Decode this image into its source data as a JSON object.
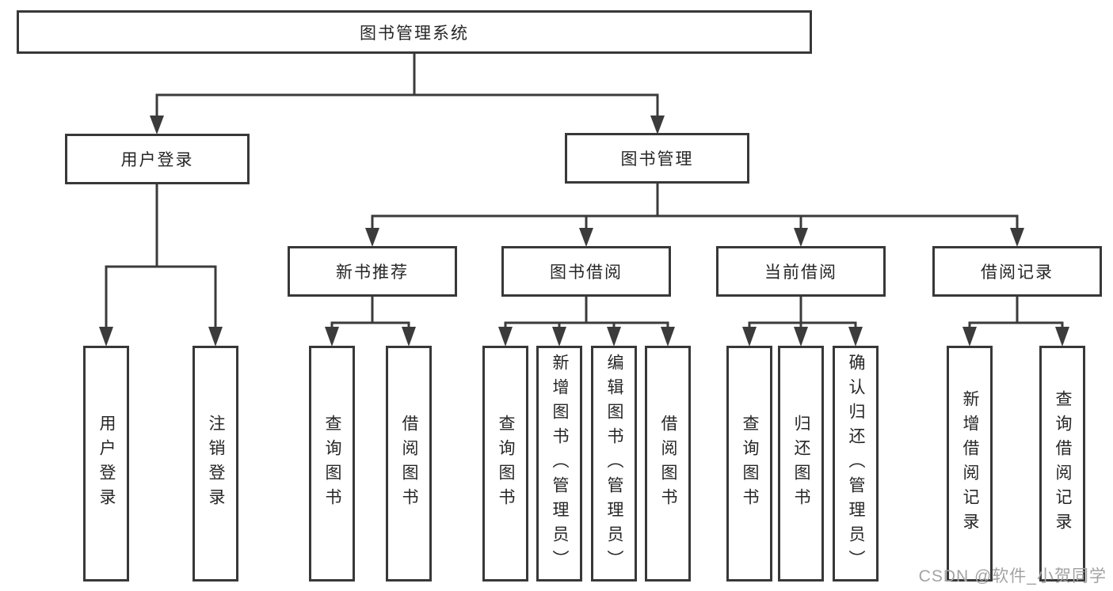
{
  "tree": {
    "root": {
      "label": "图书管理系统"
    },
    "branches": [
      {
        "label": "用户登录",
        "children": [
          {
            "label": "用户登录"
          },
          {
            "label": "注销登录"
          }
        ]
      },
      {
        "label": "图书管理",
        "sections": [
          {
            "label": "新书推荐",
            "children": [
              {
                "label": "查询图书"
              },
              {
                "label": "借阅图书"
              }
            ]
          },
          {
            "label": "图书借阅",
            "children": [
              {
                "label": "查询图书"
              },
              {
                "label": "新增图书（管理员）"
              },
              {
                "label": "编辑图书（管理员）"
              },
              {
                "label": "借阅图书"
              }
            ]
          },
          {
            "label": "当前借阅",
            "children": [
              {
                "label": "查询图书"
              },
              {
                "label": "归还图书"
              },
              {
                "label": "确认归还（管理员）"
              }
            ]
          },
          {
            "label": "借阅记录",
            "children": [
              {
                "label": "新增借阅记录"
              },
              {
                "label": "查询借阅记录"
              }
            ]
          }
        ]
      }
    ]
  },
  "watermark": {
    "text": "CSDN @软件_小贺同学"
  },
  "colors": {
    "line": "#3b3b3b",
    "border": "#383838",
    "text": "#262626",
    "watermark": "#a3a3a3",
    "background": "#ffffff"
  }
}
